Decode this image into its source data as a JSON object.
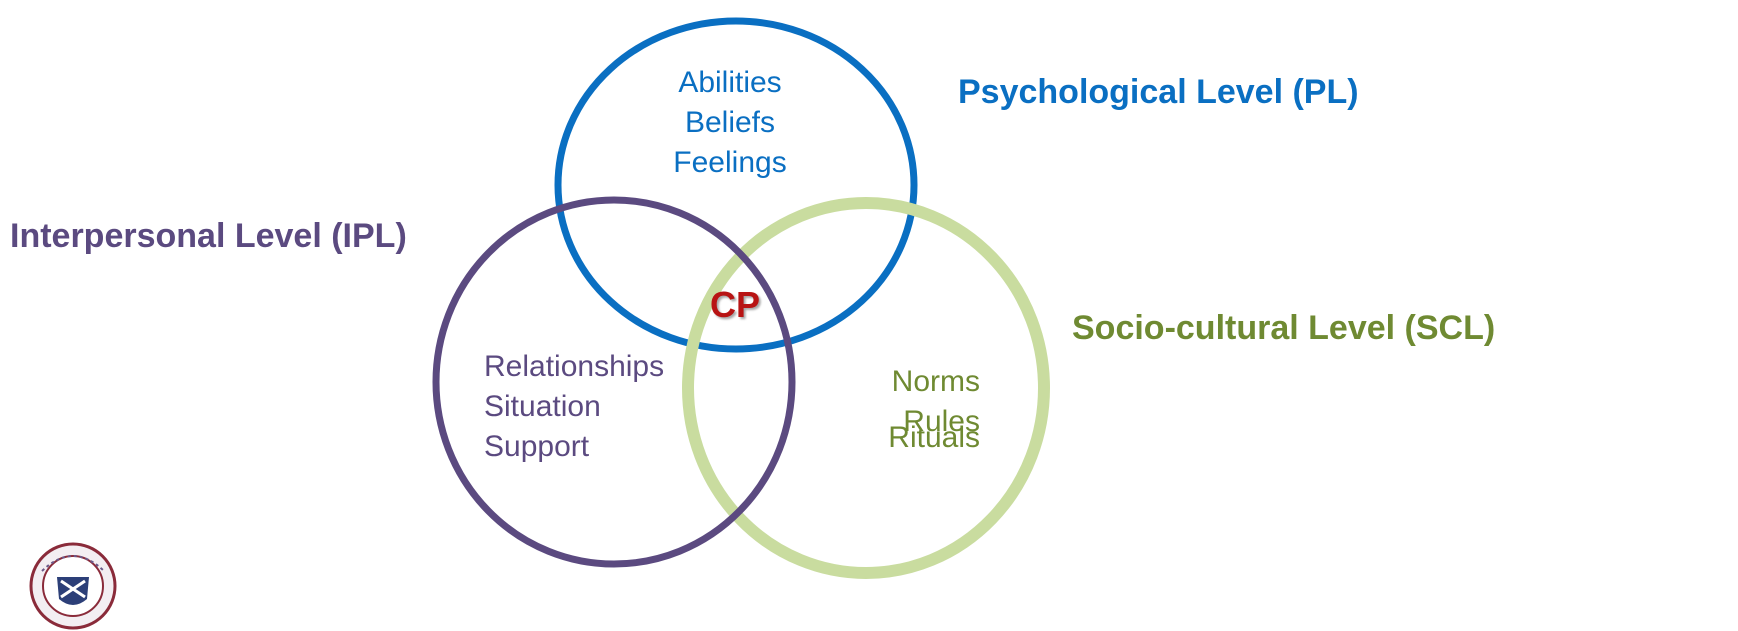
{
  "colors": {
    "psychological": "#0a6fc2",
    "interpersonal": "#5b4a80",
    "socio_cultural_ring": "#c9dc9f",
    "socio_cultural_text": "#6f8a32",
    "cp": "#b81414"
  },
  "levels": {
    "psychological": {
      "title": "Psychological Level (PL)",
      "items": [
        "Abilities",
        "Beliefs",
        "Feelings"
      ]
    },
    "interpersonal": {
      "title": "Interpersonal Level (IPL)",
      "items": [
        "Relationships",
        "Situation",
        "Support"
      ]
    },
    "socio_cultural": {
      "title": "Socio-cultural Level (SCL)",
      "items": [
        "Norms",
        "Rules",
        "Rituals"
      ]
    }
  },
  "center": {
    "label": "CP"
  },
  "logo": {
    "icon": "university-seal-icon"
  }
}
